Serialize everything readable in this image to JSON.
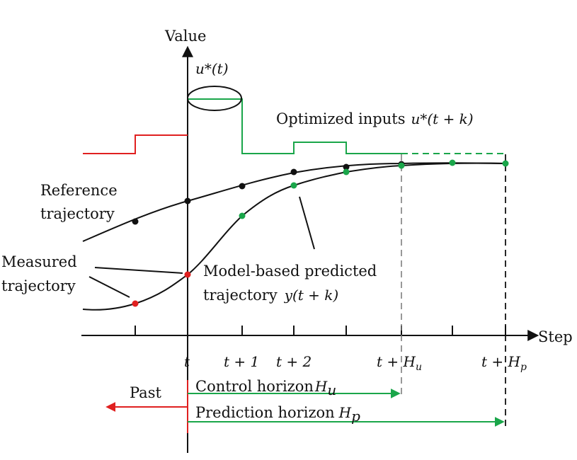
{
  "axes": {
    "y_label": "Value",
    "x_label": "Step"
  },
  "ticks": [
    "t",
    "t + 1",
    "t + 2",
    "t + H_u",
    "t + H_p"
  ],
  "ticks_display": {
    "t": "t",
    "t1": "t + 1",
    "t2": "t + 2",
    "tHu_main": "t + H",
    "tHu_sub": "u",
    "tHp_main": "t + H",
    "tHp_sub": "p"
  },
  "annotations": {
    "u_star_t": "u*(t)",
    "optimized_inputs_text": "Optimized inputs",
    "optimized_inputs_math": "u*(t + k)",
    "reference_line1": "Reference",
    "reference_line2": "trajectory",
    "measured_line1": "Measured",
    "measured_line2": "trajectory",
    "model_line1": "Model-based predicted",
    "model_line2": "trajectory",
    "model_math": "y(t + k)",
    "past": "Past",
    "control_horizon_text": "Control horizon",
    "control_horizon_math": "H",
    "control_horizon_sub": "u",
    "prediction_horizon_text": "Prediction horizon",
    "prediction_horizon_math": "H",
    "prediction_horizon_sub": "p"
  },
  "colors": {
    "past_input": "#e02020",
    "optimized_input": "#1aa64a",
    "measured_point": "#e02020",
    "predicted_point": "#1aa64a",
    "reference_point": "#111111",
    "axis": "#111111"
  }
}
